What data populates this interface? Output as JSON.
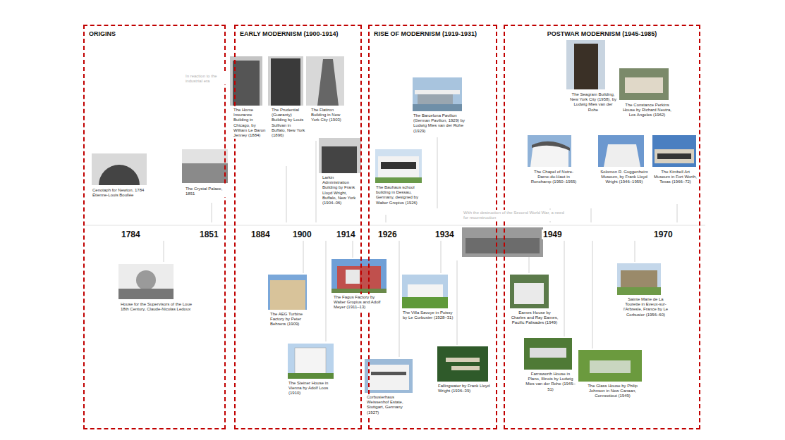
{
  "diagram": {
    "nodes": [
      {
        "text": [
          "ORIGINS"
        ]
      },
      {
        "text": [
          "Cenotaph for Newton, 1784 Étienne-Louis Boullée"
        ],
        "in": 0
      },
      {
        "text": [
          "The Crystal Palace, 1851"
        ],
        "in": 0
      },
      {
        "text": [
          "House for the Supervisors of the Loue 18th Century, Claude-Nicolas Ledoux"
        ],
        "in": 0
      },
      {
        "text": [
          "EARLY MODERNISM (1900-1914)"
        ]
      },
      {
        "text": [
          "The Home Insurance Building in Chicago, by William Le Baron Jenney (1884)"
        ],
        "in": 4
      },
      {
        "text": [
          "The Prudential (Guaranty) Building by Louis Sullivan in Buffalo, New York (1896)"
        ],
        "in": 4
      },
      {
        "text": [
          "The Flatiron Building in New York City (1903)"
        ],
        "in": 4
      },
      {
        "text": [
          "Larkin Administration Building by Frank Lloyd Wright, Buffalo, New York (1904–06)"
        ],
        "in": 4
      },
      {
        "text": [
          "The AEG Turbine Factory by Peter Behrens (1909)"
        ],
        "in": 4
      },
      {
        "text": [
          "The Fagus Factory by Walter Gropius and Adolf Meyer (1911–13)"
        ],
        "in": 4
      },
      {
        "text": [
          "The Steiner House in Vienna by Adolf Loos (1910)"
        ],
        "in": 4
      },
      {
        "text": [
          "RISE OF MODERNISM (1919-1931)"
        ]
      },
      {
        "text": [
          "The Barcelona Pavilion (German Pavilion, 1929) by Ludwig Mies van der Rohe (1929)"
        ],
        "in": 12
      },
      {
        "text": [
          "The Bauhaus school building in Dessau, Germany, designed by Walter Gropius (1926)"
        ],
        "in": 12
      },
      {
        "text": [
          "The Villa Savoye in Poissy by Le Corbusier (1928–31)"
        ],
        "in": 12
      },
      {
        "text": [
          "Corbusierhaus Weissenhof Estate, Stuttgart, Germany (1927)"
        ],
        "in": 12
      },
      {
        "text": [
          "Fallingwater by Frank Lloyd Wright (1936–39)"
        ],
        "in": 12
      },
      {
        "text": [
          "POSTWAR MODERNISM (1945-1985)"
        ]
      },
      {
        "text": [
          "The Seagram Building, New York City (1958), by Ludwig Mies van der Rohe"
        ],
        "in": 18
      },
      {
        "text": [
          "The Constance Perkins House by Richard Neutra, Los Angeles (1962)"
        ],
        "in": 18
      },
      {
        "text": [
          "The Chapel of Notre-Dame-du-Haut in Ronchamp (1950–1955)"
        ],
        "in": 18
      },
      {
        "text": [
          "Solomon R. Guggenheim Museum, by Frank Lloyd Wright (1946–1959)"
        ],
        "in": 18
      },
      {
        "text": [
          "The Kimbell Art Museum in Fort Worth, Texas (1966–72)"
        ],
        "in": 18
      },
      {
        "text": [
          "Eames House by Charles and Ray Eames, Pacific Palisades (1949)"
        ],
        "in": 18
      },
      {
        "text": [
          "Farnsworth House in Plano, Illinois by Ludwig Mies van der Rohe (1945–51)"
        ],
        "in": 18
      },
      {
        "text": [
          "The Glass House by Philip Johnson in New Canaan, Connecticut (1949)"
        ],
        "in": 18
      },
      {
        "text": [
          "Sainte Marie de La Tourette in Eveux-sur-l'Arbresle, France by Le Corbusier (1956–60)"
        ],
        "in": 18
      }
    ],
    "labels": [
      "In reaction to the industrial era",
      "1784",
      "1851",
      "1884",
      "1900",
      "1914",
      "1926",
      "1934",
      "With the destruction of the Second World War, a need for reconstruction",
      "1949",
      "1970"
    ]
  }
}
